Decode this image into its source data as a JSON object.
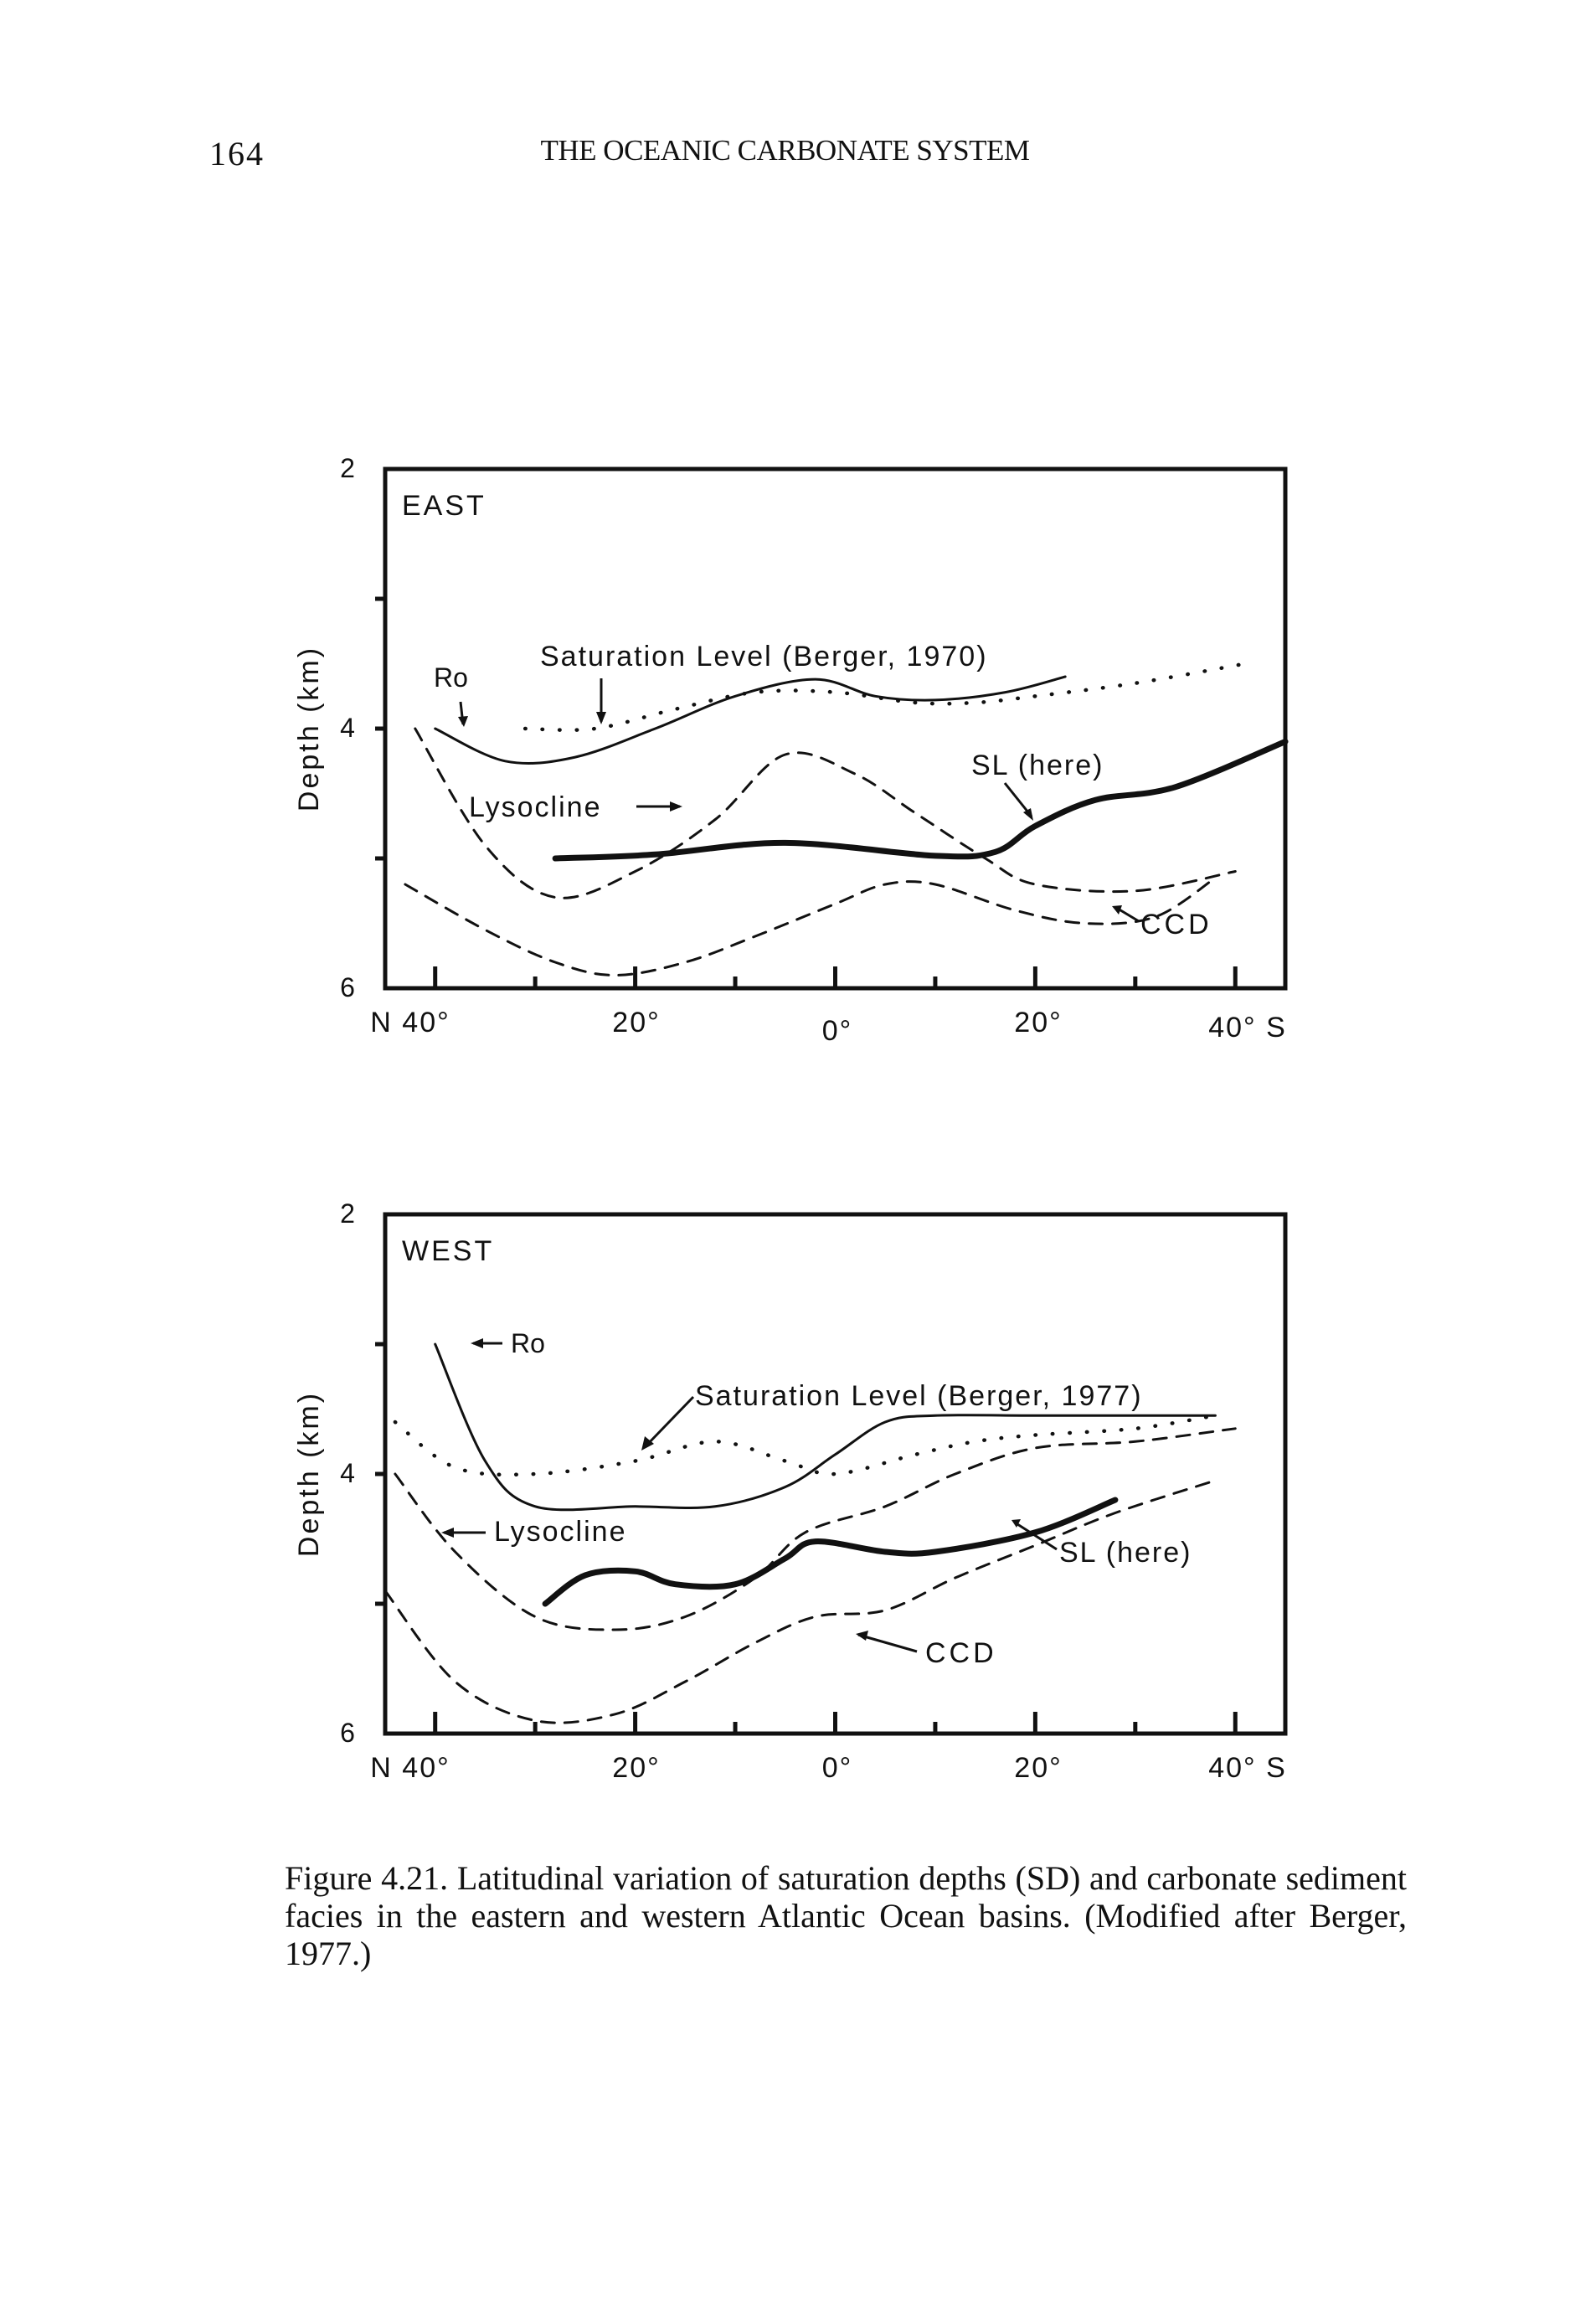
{
  "page": {
    "page_number": "164",
    "running_head": "THE OCEANIC CARBONATE SYSTEM",
    "caption_lines": [
      "Figure 4.21. Latitudinal variation of saturation depths (SD) and carbonate sediment",
      "facies in the eastern and western Atlantic Ocean basins. (Modified after Berger,",
      "1977.)"
    ]
  },
  "chart_data": [
    {
      "type": "line",
      "panel_label": "EAST",
      "ylabel": "Depth (km)",
      "y_tick_labels": [
        "2",
        "4",
        "6"
      ],
      "x_tick_labels": [
        "N 40°",
        "20°",
        "0°",
        "20°",
        "40° S"
      ],
      "xlim": [
        45,
        -45
      ],
      "ylim": [
        6,
        2
      ],
      "y_inverted": true,
      "grid": false,
      "series": [
        {
          "name": "Saturation Level (Berger, 1970)",
          "style": "dotted",
          "x": [
            31,
            24,
            16,
            8,
            0,
            -8,
            -14,
            -20,
            -30,
            -41
          ],
          "y": [
            4.0,
            4.0,
            3.85,
            3.72,
            3.72,
            3.8,
            3.8,
            3.75,
            3.65,
            3.5
          ]
        },
        {
          "name": "Ro",
          "style": "solid-thin",
          "x": [
            40,
            33,
            26,
            18,
            10,
            2,
            -4,
            -10,
            -17,
            -23
          ],
          "y": [
            4.0,
            4.25,
            4.22,
            4.0,
            3.75,
            3.62,
            3.75,
            3.78,
            3.72,
            3.6
          ]
        },
        {
          "name": "SL (here)",
          "style": "solid-thick",
          "x": [
            28,
            18,
            5,
            -10,
            -16,
            -20,
            -26,
            -34,
            -45
          ],
          "y": [
            5.0,
            4.97,
            4.88,
            4.98,
            4.95,
            4.75,
            4.55,
            4.45,
            4.1
          ]
        },
        {
          "name": "Lysocline",
          "style": "dashed",
          "x": [
            42,
            35,
            28,
            20,
            12,
            5,
            -2,
            -8,
            -15,
            -20,
            -30,
            -40
          ],
          "y": [
            4.0,
            4.9,
            5.3,
            5.1,
            4.7,
            4.2,
            4.35,
            4.65,
            5.0,
            5.2,
            5.25,
            5.1
          ]
        },
        {
          "name": "CCD",
          "style": "dashed",
          "x": [
            43,
            35,
            28,
            22,
            15,
            8,
            0,
            -5,
            -10,
            -18,
            -25,
            -32,
            -38
          ],
          "y": [
            5.2,
            5.55,
            5.8,
            5.9,
            5.8,
            5.6,
            5.35,
            5.2,
            5.2,
            5.4,
            5.5,
            5.45,
            5.15
          ]
        }
      ],
      "annotations": [
        "Ro",
        "Saturation Level (Berger, 1970)",
        "Lysocline",
        "SL (here)",
        "CCD"
      ]
    },
    {
      "type": "line",
      "panel_label": "WEST",
      "ylabel": "Depth (km)",
      "y_tick_labels": [
        "2",
        "4",
        "6"
      ],
      "x_tick_labels": [
        "N 40°",
        "20°",
        "0°",
        "20°",
        "40° S"
      ],
      "xlim": [
        45,
        -45
      ],
      "ylim": [
        6,
        2
      ],
      "y_inverted": true,
      "grid": false,
      "series": [
        {
          "name": "Saturation Level (Berger, 1977)",
          "style": "dotted",
          "x": [
            44,
            38,
            30,
            20,
            12,
            5,
            0,
            -8,
            -14,
            -20,
            -30,
            -38
          ],
          "y": [
            3.6,
            3.95,
            4.0,
            3.9,
            3.75,
            3.9,
            4.0,
            3.85,
            3.75,
            3.7,
            3.65,
            3.55
          ]
        },
        {
          "name": "Ro",
          "style": "solid-thin",
          "x": [
            40,
            35,
            30,
            20,
            12,
            5,
            0,
            -5,
            -10,
            -20,
            -30,
            -38
          ],
          "y": [
            3.0,
            3.9,
            4.25,
            4.25,
            4.25,
            4.1,
            3.85,
            3.6,
            3.55,
            3.55,
            3.55,
            3.55
          ]
        },
        {
          "name": "SL (here)",
          "style": "solid-thick",
          "x": [
            29,
            25,
            20,
            16,
            10,
            5,
            2,
            -5,
            -10,
            -20,
            -28
          ],
          "y": [
            5.0,
            4.78,
            4.75,
            4.85,
            4.85,
            4.65,
            4.52,
            4.6,
            4.6,
            4.45,
            4.2
          ]
        },
        {
          "name": "Lysocline",
          "style": "dashed",
          "x": [
            44,
            38,
            30,
            22,
            15,
            8,
            3,
            -5,
            -12,
            -20,
            -30,
            -40
          ],
          "y": [
            4.0,
            4.6,
            5.1,
            5.2,
            5.1,
            4.8,
            4.45,
            4.25,
            4.0,
            3.8,
            3.75,
            3.65
          ]
        },
        {
          "name": "CCD",
          "style": "dashed",
          "x": [
            45,
            38,
            30,
            22,
            15,
            8,
            2,
            -5,
            -12,
            -20,
            -28,
            -38
          ],
          "y": [
            4.9,
            5.6,
            5.9,
            5.85,
            5.6,
            5.3,
            5.1,
            5.05,
            4.8,
            4.55,
            4.3,
            4.05
          ]
        }
      ],
      "annotations": [
        "Ro",
        "Saturation Level (Berger, 1977)",
        "Lysocline",
        "SL (here)",
        "CCD"
      ]
    }
  ]
}
